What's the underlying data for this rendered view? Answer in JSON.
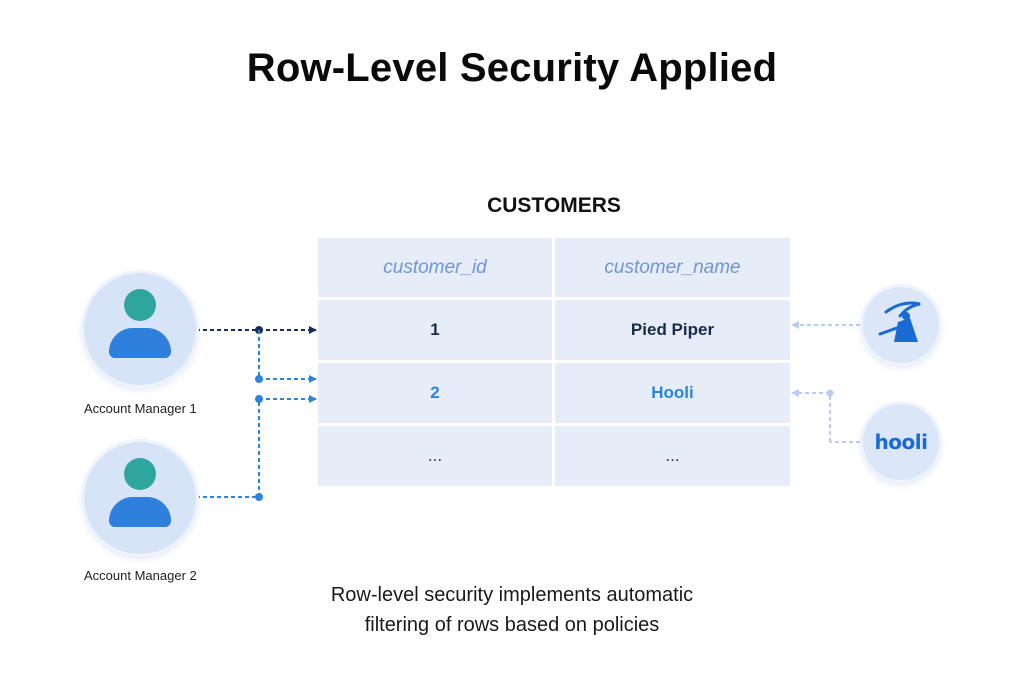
{
  "title": "Row-Level Security Applied",
  "table": {
    "name": "CUSTOMERS",
    "columns": [
      "customer_id",
      "customer_name"
    ],
    "rows": [
      {
        "id": "1",
        "name": "Pied Piper"
      },
      {
        "id": "2",
        "name": "Hooli"
      },
      {
        "id": "...",
        "name": "..."
      }
    ]
  },
  "users": [
    {
      "label": "Account Manager 1"
    },
    {
      "label": "Account Manager 2"
    }
  ],
  "customers_logos": [
    {
      "name": "Pied Piper",
      "icon": "pied-piper-logo"
    },
    {
      "name": "Hooli",
      "icon": "hooli-logo",
      "text": "hooli"
    }
  ],
  "caption": {
    "line1": "Row-level security implements automatic",
    "line2": "filtering of rows based on policies"
  },
  "colors": {
    "dark_line": "#1c2e55",
    "blue_line": "#2a86dc",
    "light_line": "#b9cdee",
    "table_cell": "#e6ecf8"
  }
}
